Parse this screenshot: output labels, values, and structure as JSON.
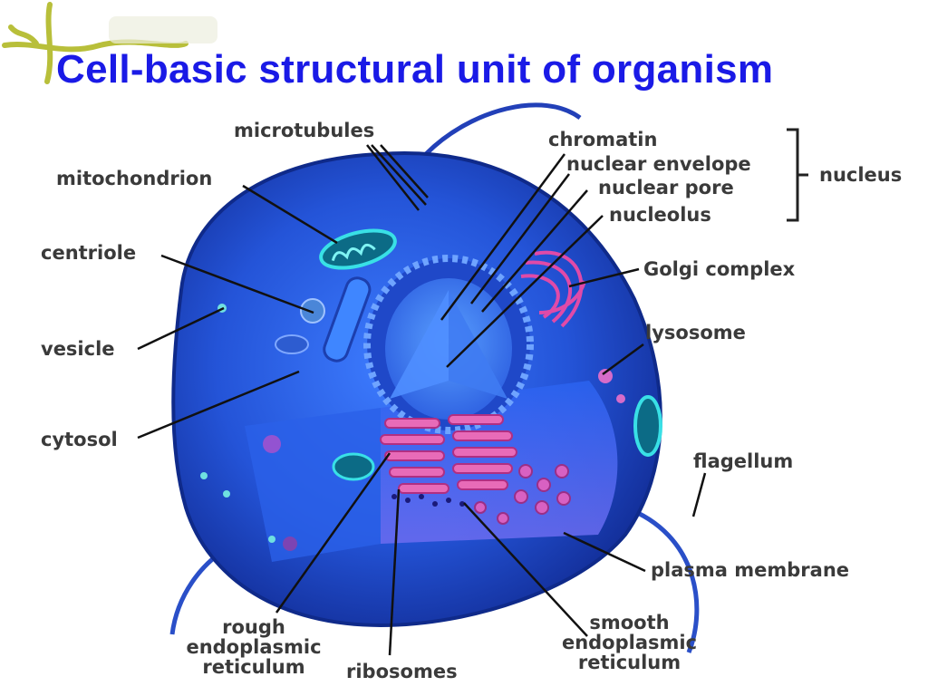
{
  "title": "Cell-basic structural unit of organism",
  "decoration": {
    "corner": "green-ornament",
    "accent": "#b8bf3a"
  },
  "colors": {
    "title": "#1a1ae6",
    "cell_outer": "#1c3fbf",
    "cell_inner": "#2f66f0",
    "nucleus": "#3a78ff",
    "er_pink": "#e04aa8",
    "mitochondria": "#2ccfd6",
    "label_text": "#3a3a3a"
  },
  "labels": {
    "microtubules": "microtubules",
    "mitochondrion": "mitochondrion",
    "centriole": "centriole",
    "vesicle": "vesicle",
    "cytosol": "cytosol",
    "chromatin": "chromatin",
    "nuclear_envelope": "nuclear envelope",
    "nuclear_pore": "nuclear pore",
    "nucleolus": "nucleolus",
    "nucleus": "nucleus",
    "golgi_complex": "Golgi complex",
    "lysosome": "lysosome",
    "flagellum": "flagellum",
    "plasma_membrane": "plasma membrane",
    "rough_er": [
      "rough",
      "endoplasmic",
      "reticulum"
    ],
    "ribosomes": "ribosomes",
    "smooth_er": [
      "smooth",
      "endoplasmic",
      "reticulum"
    ]
  }
}
